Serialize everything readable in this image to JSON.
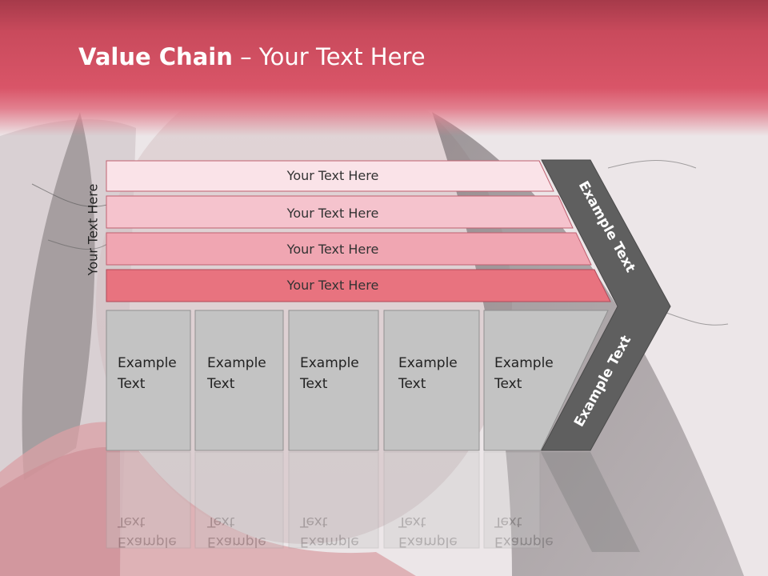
{
  "slide": {
    "title_bold": "Value Chain",
    "title_rest": " – Your Text Here",
    "side_label": "Your Text Here"
  },
  "bars": [
    {
      "label": "Your Text Here",
      "color": "#fae3e8"
    },
    {
      "label": "Your Text Here",
      "color": "#f5c3cd"
    },
    {
      "label": "Your Text Here",
      "color": "#f0a6b2"
    },
    {
      "label": "Your Text Here",
      "color": "#e8737f"
    }
  ],
  "boxes": [
    {
      "line1": "Example",
      "line2": "Text"
    },
    {
      "line1": "Example",
      "line2": "Text"
    },
    {
      "line1": "Example",
      "line2": "Text"
    },
    {
      "line1": "Example",
      "line2": "Text"
    },
    {
      "line1": "Example",
      "line2": "Text"
    }
  ],
  "chevron": {
    "upper_text": "Example Text",
    "lower_text": "Example Text",
    "color": "#5f5f5f"
  },
  "colors": {
    "accent": "#d95568",
    "box_fill": "#c3c3c3"
  }
}
